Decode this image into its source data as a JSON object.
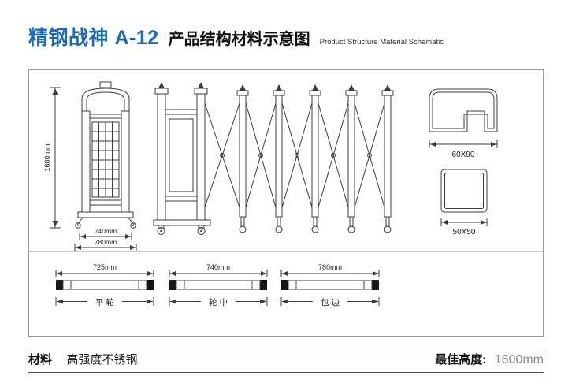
{
  "colors": {
    "accent_blue": "#1a68b8",
    "line_dark": "#3c3c3c"
  },
  "header": {
    "model": "精钢战神 A-12",
    "title_cn": "产品结构材料示意图",
    "title_en": "Product Structure Material Schematic"
  },
  "front_view": {
    "height": "1600mm",
    "width_inner": "740mm",
    "width_outer": "780mm"
  },
  "profiles": [
    {
      "label": "60X90"
    },
    {
      "label": "50X50"
    }
  ],
  "rails": [
    {
      "dim": "725mm",
      "label": "平 轮"
    },
    {
      "dim": "740mm",
      "label": "轮 中"
    },
    {
      "dim": "780mm",
      "label": "包 边"
    }
  ],
  "footer": {
    "material_label": "材料",
    "material_value": "高强度不锈钢",
    "best_height_label": "最佳高度:",
    "best_height_value": "1600mm"
  }
}
